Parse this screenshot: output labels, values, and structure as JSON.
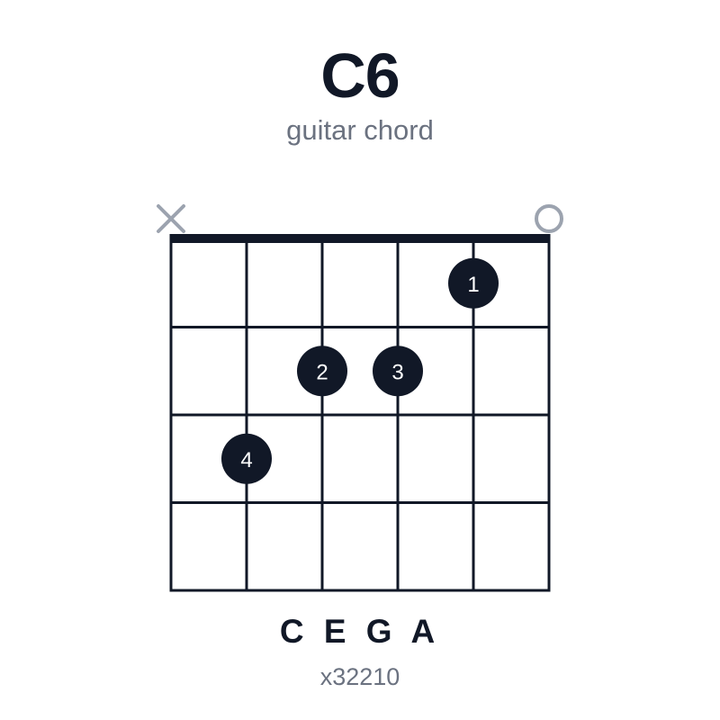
{
  "chord": {
    "name": "C6",
    "type": "guitar chord",
    "notes": "C E G A",
    "fingering": "x32210"
  },
  "chart_data": {
    "type": "chord-diagram",
    "strings": 6,
    "frets_shown": 4,
    "string_states": [
      "muted",
      "fretted",
      "fretted",
      "fretted",
      "fretted",
      "open"
    ],
    "dots": [
      {
        "string": 5,
        "fret": 1,
        "finger": "1"
      },
      {
        "string": 3,
        "fret": 2,
        "finger": "2"
      },
      {
        "string": 4,
        "fret": 2,
        "finger": "3"
      },
      {
        "string": 2,
        "fret": 3,
        "finger": "4"
      }
    ]
  },
  "colors": {
    "ink": "#111827",
    "muted": "#9ca3af",
    "subtle": "#6b7280",
    "dot_text": "#ffffff"
  }
}
